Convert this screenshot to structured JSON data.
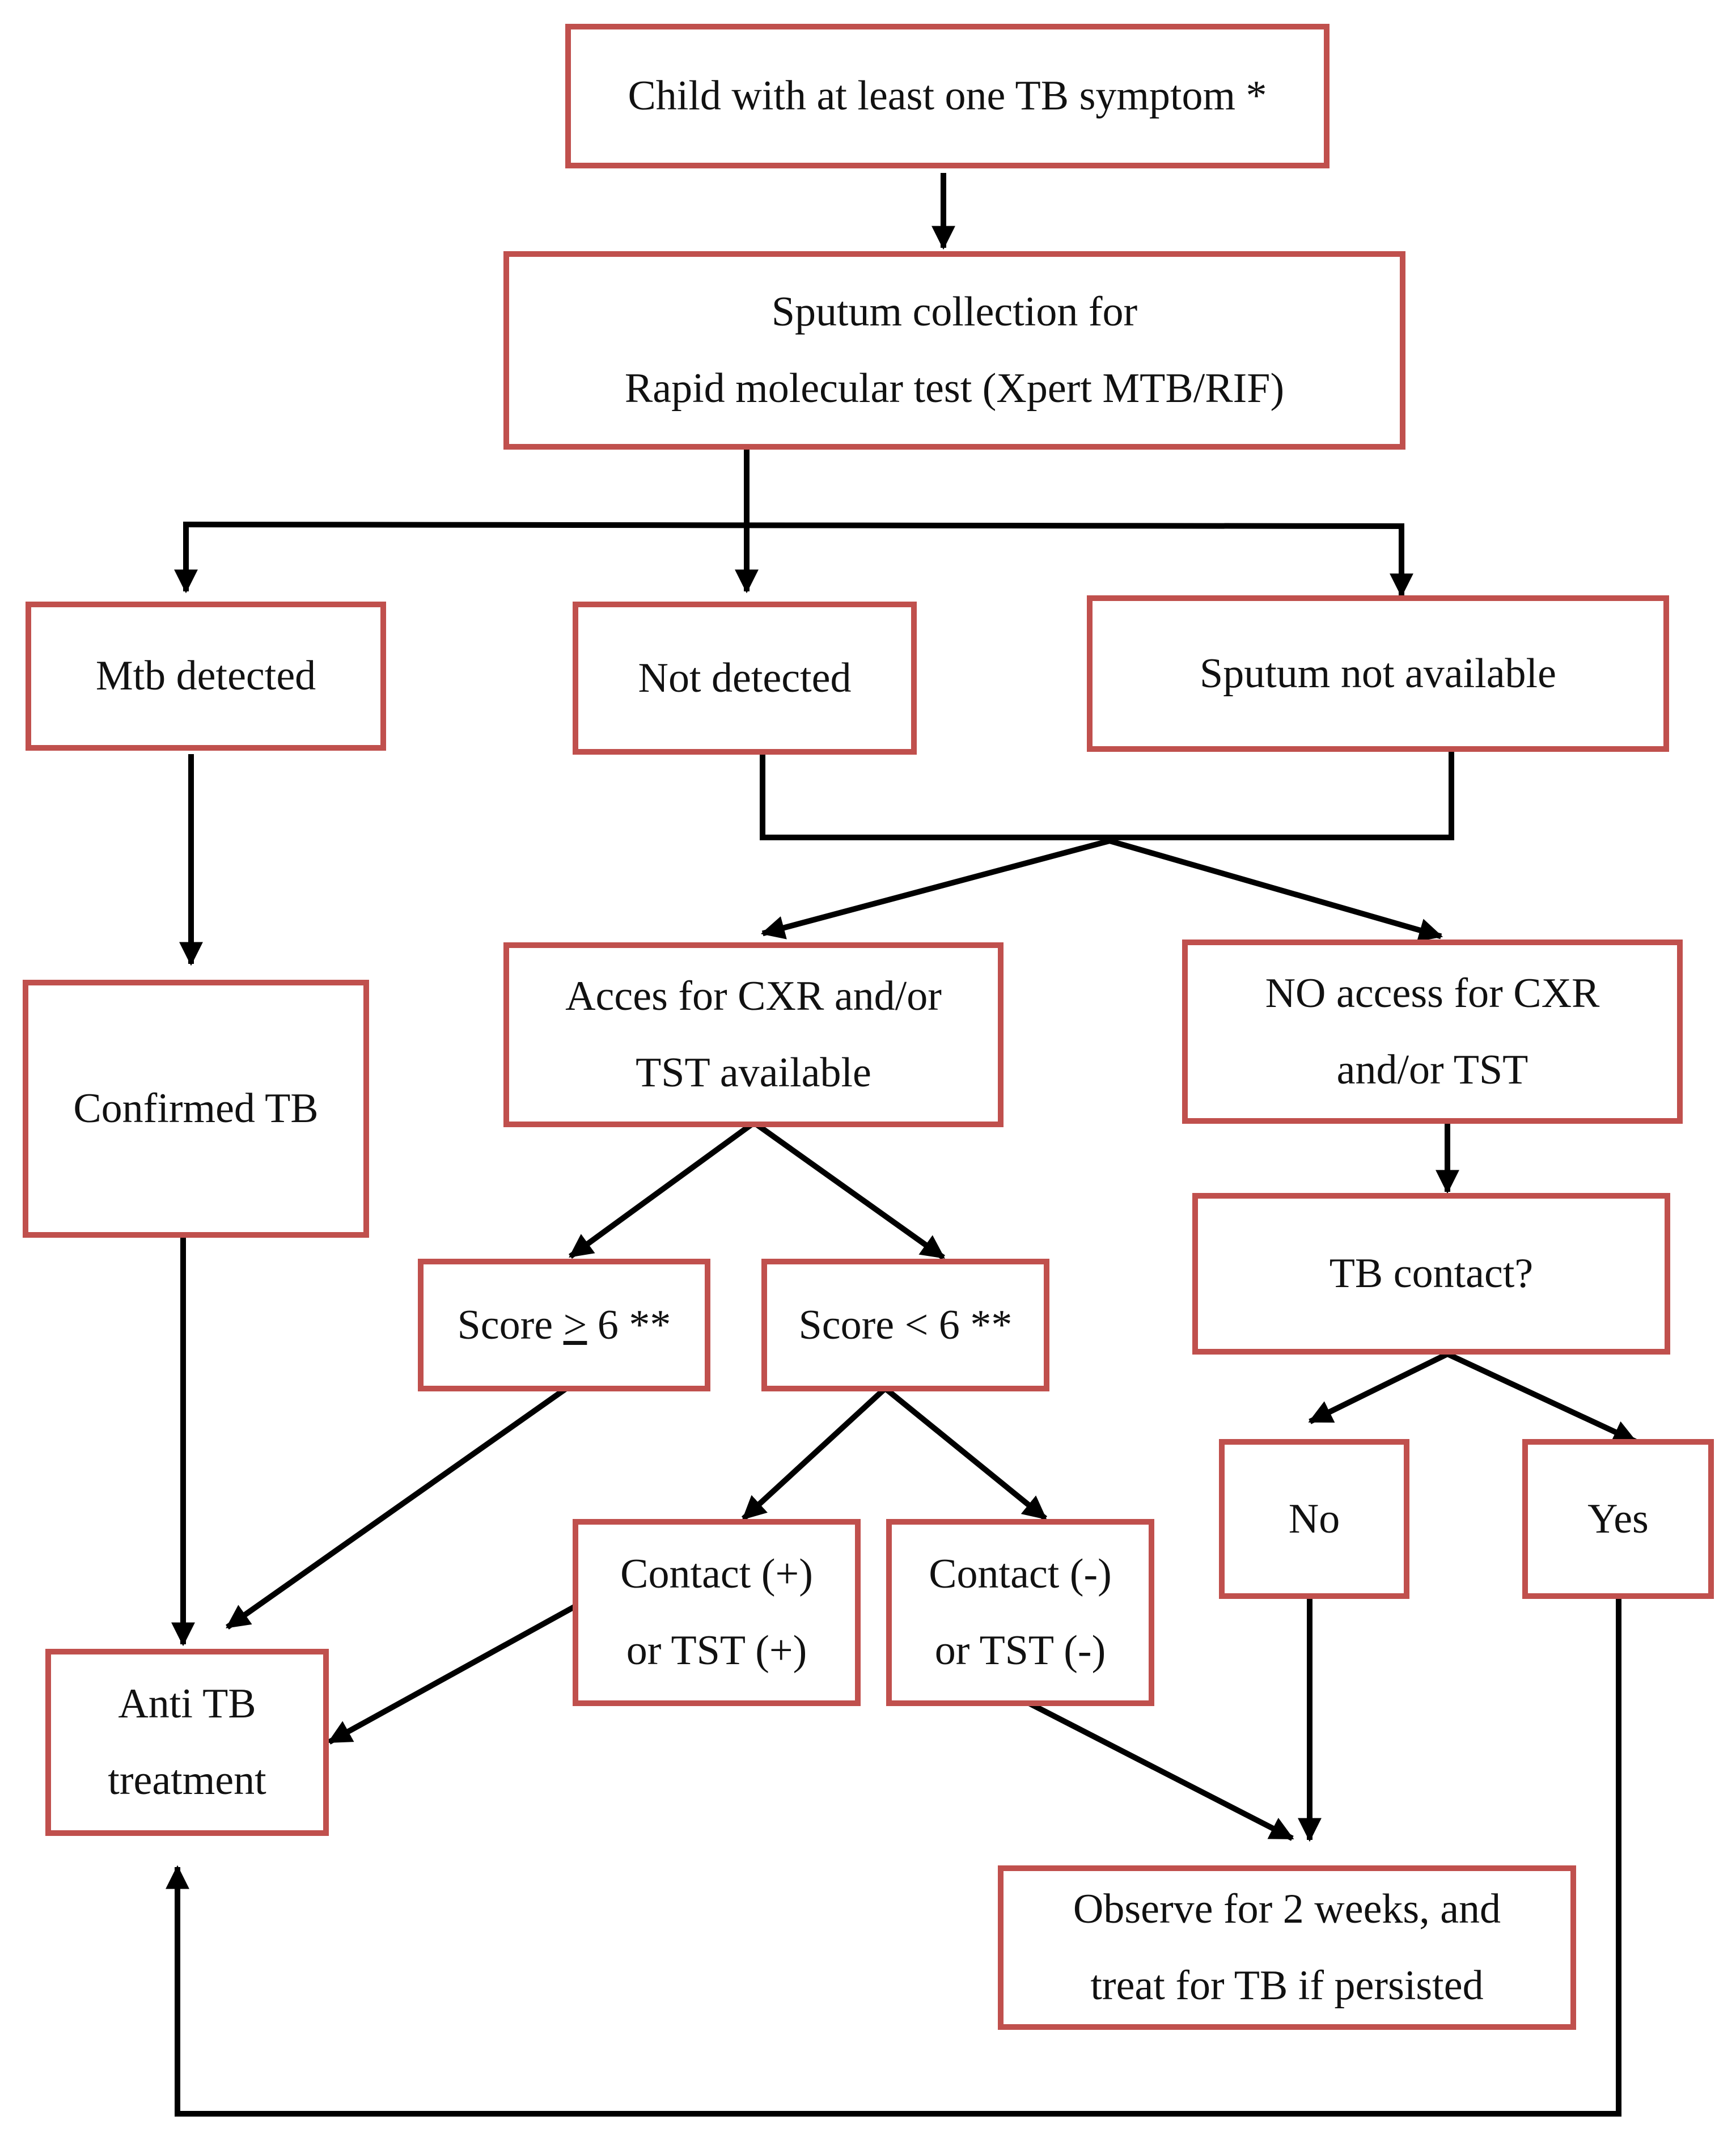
{
  "colors": {
    "box_border": "#c0504d",
    "arrow": "#000000",
    "text": "#111111"
  },
  "nodes": {
    "start": {
      "text": "Child with at least one TB symptom *"
    },
    "sputum": {
      "text": "Sputum collection for\nRapid molecular test (Xpert MTB/RIF)"
    },
    "mtb_detected": {
      "text": "Mtb detected"
    },
    "not_detected": {
      "text": "Not detected"
    },
    "sputum_na": {
      "text": "Sputum not available"
    },
    "confirmed": {
      "text": "Confirmed TB"
    },
    "access": {
      "text": "Acces for CXR and/or\nTST available"
    },
    "no_access": {
      "text": "NO access for CXR\nand/or TST"
    },
    "tb_contact": {
      "text": "TB contact?"
    },
    "score_hi": {
      "prefix": "Score ",
      "symbol": ">",
      "suffix": " 6 **"
    },
    "score_lo": {
      "text": "Score < 6 **"
    },
    "no": {
      "text": "No"
    },
    "yes": {
      "text": "Yes"
    },
    "contact_pos": {
      "text": "Contact (+)\nor TST (+)"
    },
    "contact_neg": {
      "text": "Contact (-)\nor TST (-)"
    },
    "anti_tb": {
      "text": "Anti TB\ntreatment"
    },
    "observe": {
      "text": "Observe for 2 weeks, and\ntreat for TB if persisted"
    }
  }
}
